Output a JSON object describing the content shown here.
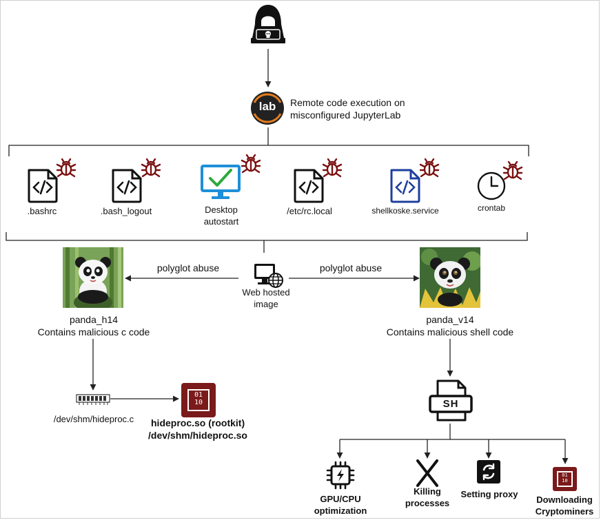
{
  "nodes": {
    "rce": {
      "label_line1": "Remote code execution on",
      "label_line2": "misconfigured JupyterLab",
      "logo_text": "lab"
    },
    "persistence": [
      {
        "key": "bashrc",
        "label": ".bashrc",
        "icon": "code-file-icon"
      },
      {
        "key": "bash_logout",
        "label": ".bash_logout",
        "icon": "code-file-icon"
      },
      {
        "key": "desktop",
        "label_line1": "Desktop",
        "label_line2": "autostart",
        "icon": "monitor-check-icon"
      },
      {
        "key": "rclocal",
        "label": "/etc/rc.local",
        "icon": "code-file-icon"
      },
      {
        "key": "service",
        "label": "shellkoske.service",
        "icon": "code-file-icon"
      },
      {
        "key": "crontab",
        "label": "crontab",
        "icon": "clock-icon"
      }
    ],
    "web_image": {
      "label_line1": "Web hosted",
      "label_line2": "image"
    },
    "edges": {
      "left": "polyglot abuse",
      "right": "polyglot abuse"
    },
    "panda_h14": {
      "label_line1": "panda_h14",
      "label_line2": "Contains malicious c code"
    },
    "panda_v14": {
      "label_line1": "panda_v14",
      "label_line2": "Contains malicious shell code"
    },
    "hideproc_c": {
      "label": "/dev/shm/hideproc.c"
    },
    "hideproc_so": {
      "label_line1": "hideproc.so (rootkit)",
      "label_line2": "/dev/shm/hideproc.so",
      "binary_text": "01 10"
    },
    "shell_script": {
      "badge": "SH"
    },
    "actions": [
      {
        "key": "gpu",
        "label_line1": "GPU/CPU",
        "label_line2": "optimization",
        "icon": "chip-icon"
      },
      {
        "key": "kill",
        "label_line1": "Killing",
        "label_line2": "processes",
        "icon": "cross-icon"
      },
      {
        "key": "proxy",
        "label": "Setting proxy",
        "icon": "refresh-icon"
      },
      {
        "key": "miners",
        "label_line1": "Downloading",
        "label_line2": "Cryptominers",
        "icon": "binary-icon",
        "binary_text": "01 10"
      }
    ]
  },
  "colors": {
    "bug": "#7a1010",
    "rootkit": "#7a1a1a",
    "service_blue": "#1d3f9e",
    "monitor_blue": "#1e8fd8",
    "check_green": "#2da93b",
    "line": "#222222"
  }
}
